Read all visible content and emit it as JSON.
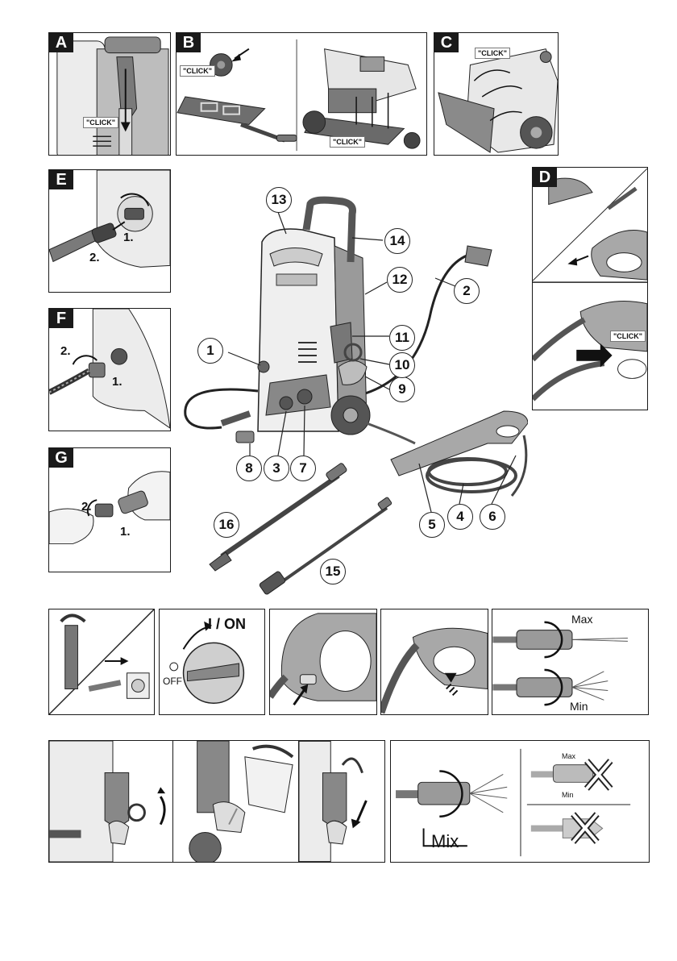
{
  "panels": {
    "a": {
      "tag": "A",
      "click": "\"CLICK\""
    },
    "b": {
      "tag": "B",
      "click_left": "\"CLICK\"",
      "click_right": "\"CLICK\""
    },
    "c": {
      "tag": "C",
      "click": "\"CLICK\""
    },
    "d": {
      "tag": "D",
      "click": "\"CLICK\""
    },
    "e": {
      "tag": "E",
      "step1": "1.",
      "step2": "2."
    },
    "f": {
      "tag": "F",
      "step1": "1.",
      "step2": "2."
    },
    "g": {
      "tag": "G",
      "step1": "1.",
      "step2": "2."
    }
  },
  "callouts": [
    "1",
    "2",
    "3",
    "4",
    "5",
    "6",
    "7",
    "8",
    "9",
    "10",
    "11",
    "12",
    "13",
    "14",
    "15",
    "16"
  ],
  "operation": {
    "switch_on": "I / ON",
    "switch_off": "OFF",
    "nozzle_max": "Max",
    "nozzle_min": "Min"
  },
  "mix": {
    "label": "Mix",
    "wrong_max": "Max",
    "wrong_min": "Min"
  },
  "colors": {
    "line": "#1a1a1a",
    "grey_dark": "#6e6e6e",
    "grey_mid": "#a8a8a8",
    "grey_light": "#dedede"
  }
}
